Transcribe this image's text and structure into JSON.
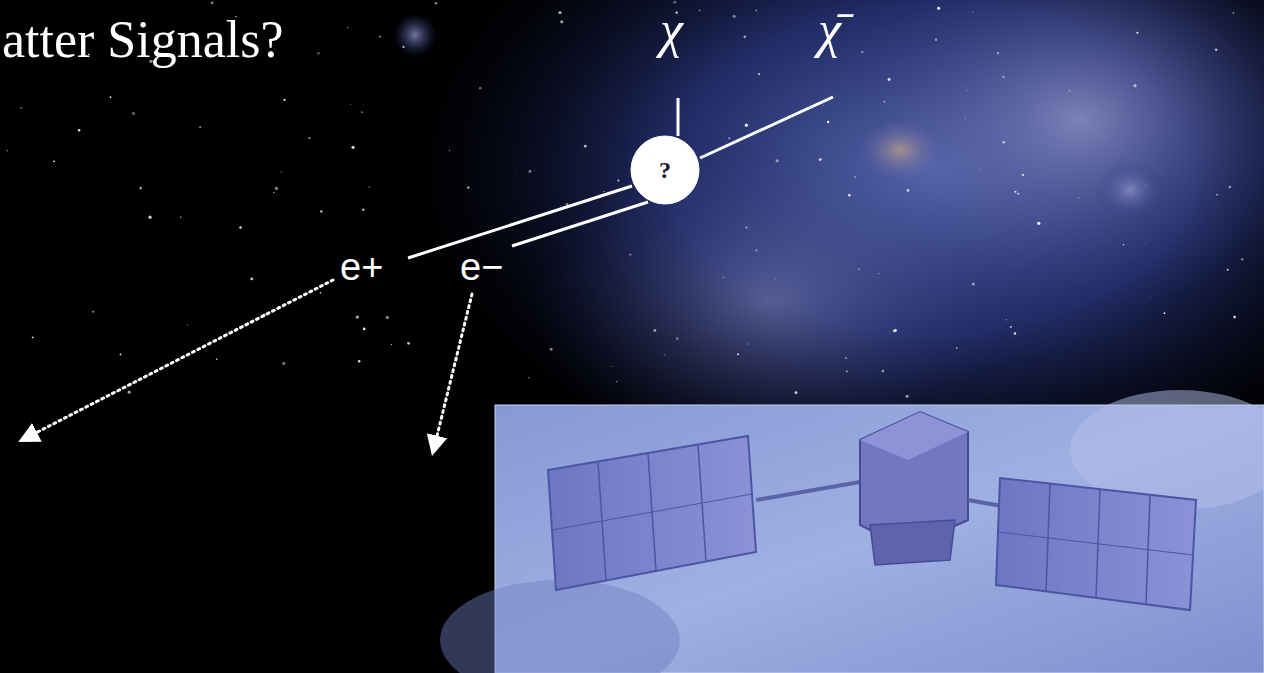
{
  "diagram": {
    "title": "atter Signals?",
    "nodes": [
      {
        "text": [
          "?"
        ]
      }
    ],
    "labels": [
      "χ",
      "χ̄",
      "e+",
      "e−"
    ]
  }
}
